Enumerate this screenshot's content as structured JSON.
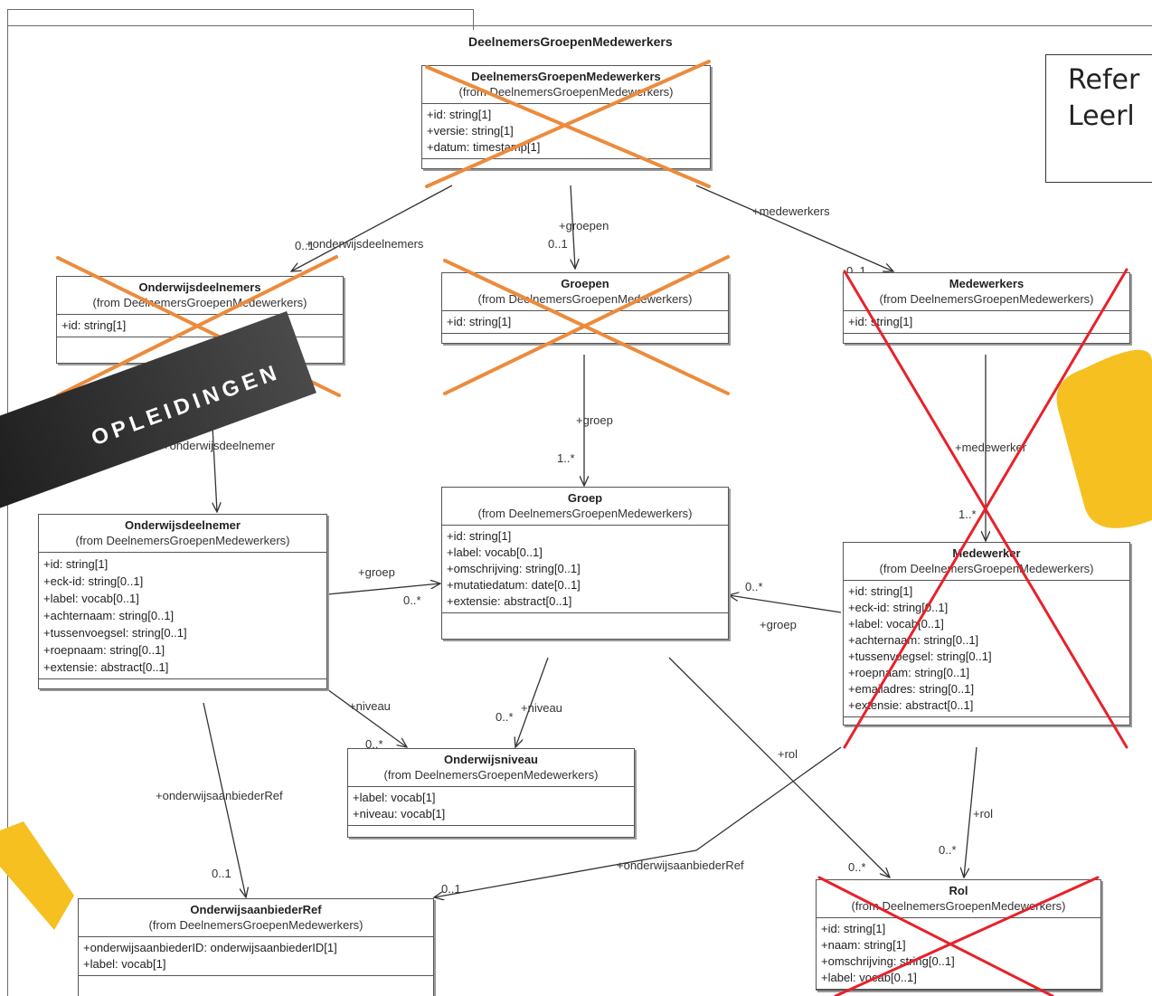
{
  "package": {
    "title": "DeelnemersGroepenMedewerkers"
  },
  "reference_box": {
    "line1": "Refer",
    "line2": "Leerl"
  },
  "banner": {
    "text": "OPLEIDINGEN"
  },
  "classes": {
    "root": {
      "name": "DeelnemersGroepenMedewerkers",
      "from": "(from DeelnemersGroepenMedewerkers)",
      "attrs": [
        "+id: string[1]",
        "+versie: string[1]",
        "+datum: timestamp[1]"
      ]
    },
    "onderwijsdeelnemers": {
      "name": "Onderwijsdeelnemers",
      "from": "(from DeelnemersGroepenMedewerkers)",
      "attrs": [
        "+id: string[1]"
      ]
    },
    "groepen": {
      "name": "Groepen",
      "from": "(from DeelnemersGroepenMedewerkers)",
      "attrs": [
        "+id: string[1]"
      ]
    },
    "medewerkers": {
      "name": "Medewerkers",
      "from": "(from DeelnemersGroepenMedewerkers)",
      "attrs": [
        "+id: string[1]"
      ]
    },
    "groep": {
      "name": "Groep",
      "from": "(from DeelnemersGroepenMedewerkers)",
      "attrs": [
        "+id: string[1]",
        "+label: vocab[0..1]",
        "+omschrijving: string[0..1]",
        "+mutatiedatum: date[0..1]",
        "+extensie: abstract[0..1]"
      ]
    },
    "deelnemer": {
      "name": "Onderwijsdeelnemer",
      "from": "(from DeelnemersGroepenMedewerkers)",
      "attrs": [
        "+id: string[1]",
        "+eck-id: string[0..1]",
        "+label: vocab[0..1]",
        "+achternaam: string[0..1]",
        "+tussenvoegsel: string[0..1]",
        "+roepnaam: string[0..1]",
        "+extensie: abstract[0..1]"
      ]
    },
    "medewerker": {
      "name": "Medewerker",
      "from": "(from DeelnemersGroepenMedewerkers)",
      "attrs": [
        "+id: string[1]",
        "+eck-id: string[0..1]",
        "+label: vocab[0..1]",
        "+achternaam: string[0..1]",
        "+tussenvoegsel: string[0..1]",
        "+roepnaam: string[0..1]",
        "+emailadres: string[0..1]",
        "+extensie: abstract[0..1]"
      ]
    },
    "onderwijsniveau": {
      "name": "Onderwijsniveau",
      "from": "(from DeelnemersGroepenMedewerkers)",
      "attrs": [
        "+label: vocab[1]",
        "+niveau: vocab[1]"
      ]
    },
    "aanbieder": {
      "name": "OnderwijsaanbiederRef",
      "from": "(from DeelnemersGroepenMedewerkers)",
      "attrs": [
        "+onderwijsaanbiederID: onderwijsaanbiederID[1]",
        "+label: vocab[1]"
      ]
    },
    "rol": {
      "name": "Rol",
      "from": "(from DeelnemersGroepenMedewerkers)",
      "attrs": [
        "+id: string[1]",
        "+naam: string[1]",
        "+omschrijving: string[0..1]",
        "+label: vocab[0..1]"
      ]
    }
  },
  "edge_labels": {
    "onderwijsdeelnemers_role": "+onderwijsdeelnemers",
    "onderwijsdeelnemers_mult": "0..1",
    "groepen_role": "+groepen",
    "groepen_mult": "0..1",
    "medewerkers_role": "+medewerkers",
    "medewerkers_mult": "0..1",
    "groep_role": "+groep",
    "groep_mult": "1..*",
    "deelnemer_role": "+onderwijsdeelnemer",
    "medewerker_role": "+medewerker",
    "medewerker_mult": "1..*",
    "dn_groep_role": "+groep",
    "dn_groep_mult": "0..*",
    "mw_groep_role": "+groep",
    "mw_groep_mult": "0..*",
    "dn_niveau_role": "+niveau",
    "dn_niveau_mult": "0..*",
    "gr_niveau_role": "+niveau",
    "gr_niveau_mult": "0..*",
    "dn_aanbieder_role": "+onderwijsaanbiederRef",
    "dn_aanbieder_mult": "0..1",
    "mw_aanbieder_role": "+onderwijsaanbiederRef",
    "mw_aanbieder_mult": "0..1",
    "gr_rol_role": "+rol",
    "gr_rol_mult": "0..*",
    "mw_rol_role": "+rol",
    "mw_rol_mult": "0..*"
  },
  "colors": {
    "orange_cross": "#ec8b3c",
    "red_cross": "#e8212a",
    "yellow_shape": "#f5c020"
  }
}
